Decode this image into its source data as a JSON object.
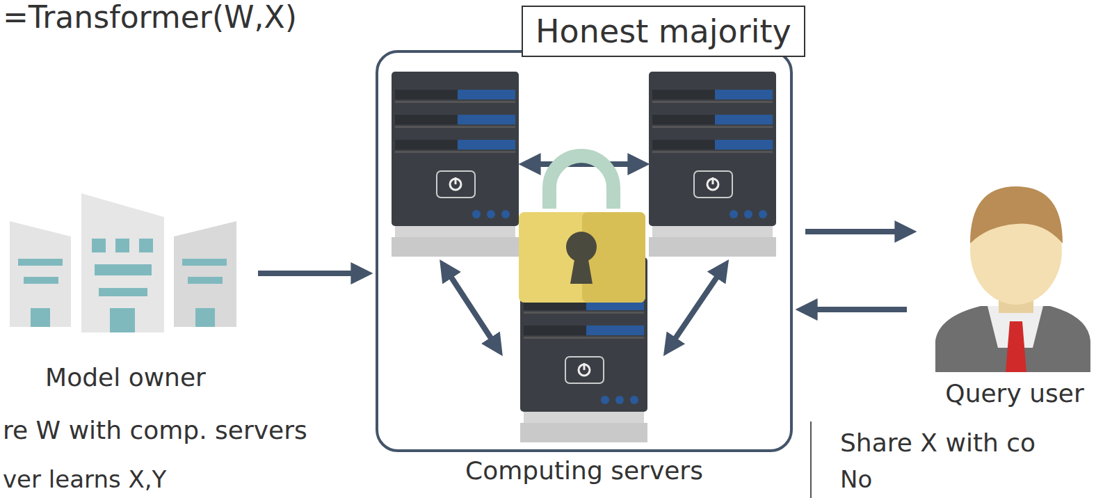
{
  "diagram": {
    "nodes": [
      {
        "text": [
          "Model owner"
        ]
      },
      {
        "text": [
          "Honest majority",
          "Computing servers"
        ]
      },
      {
        "text": [
          "Query user"
        ]
      }
    ],
    "edges": [
      {
        "from": 0,
        "to": 1,
        "arrow": "to"
      },
      {
        "from": 1,
        "to": 2,
        "arrow": "to"
      },
      {
        "from": 2,
        "to": 1,
        "arrow": "to"
      }
    ],
    "labels": [
      "=Transformer(W,X)",
      "re W with comp. servers",
      "ver learns X,Y",
      "Share X with co",
      "No"
    ]
  }
}
